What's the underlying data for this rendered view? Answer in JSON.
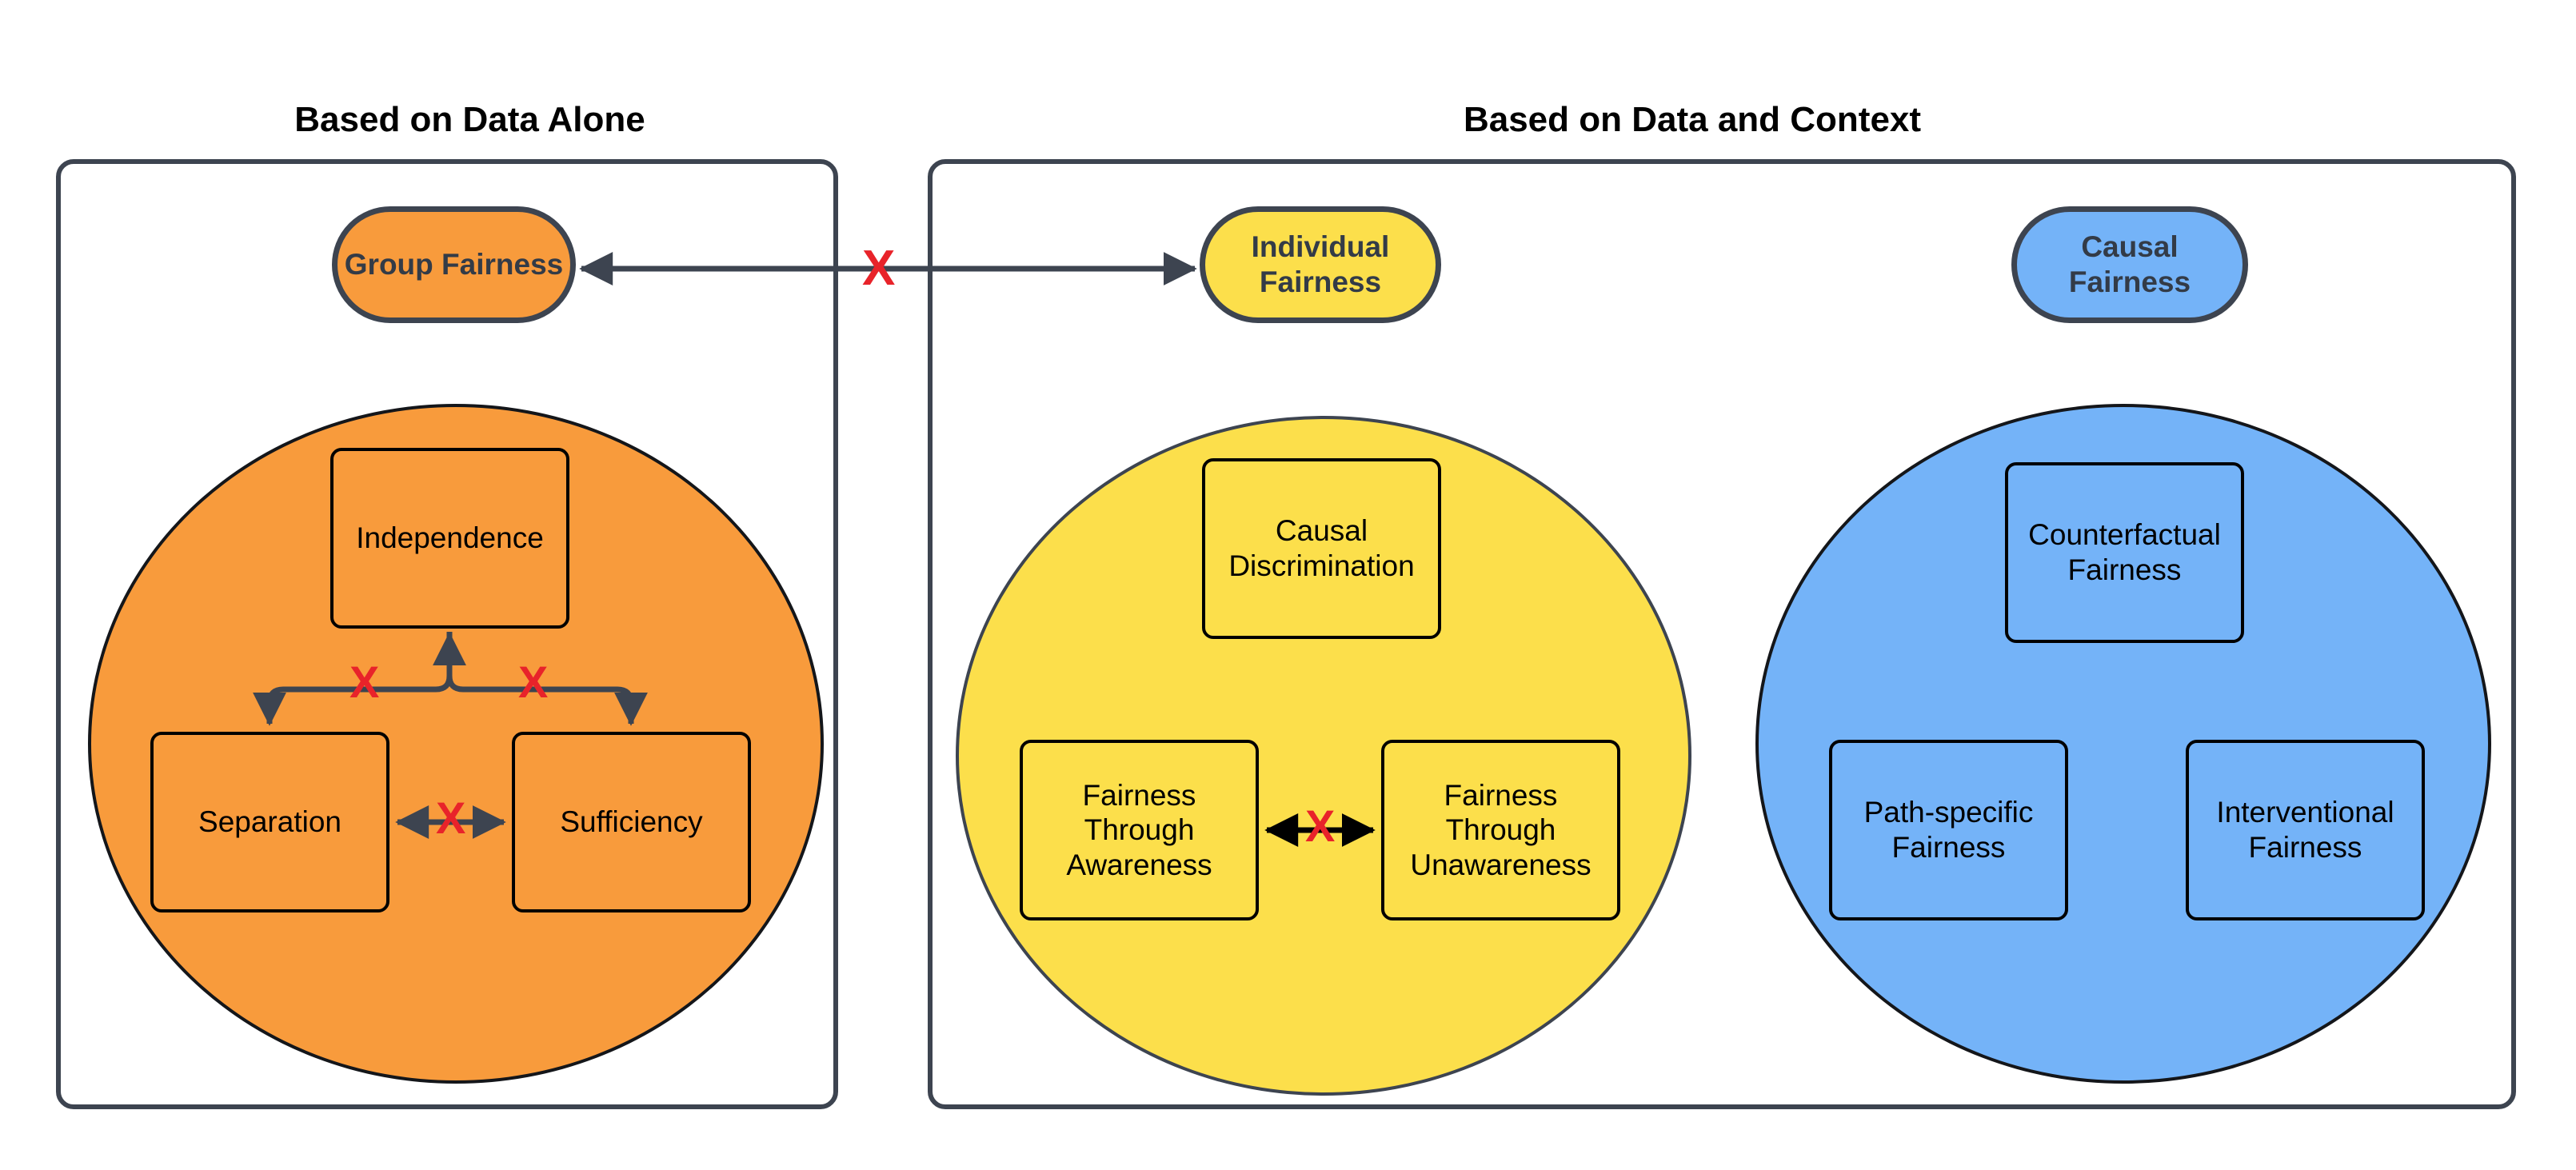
{
  "figure": {
    "type": "diagram",
    "description": "Taxonomy of fairness notions split into data-only and data-plus-context groups",
    "colors": {
      "orange": "#F89B3C",
      "yellow": "#FCDF4B",
      "blue": "#74B3F8",
      "outline": "#3d4450",
      "node_outline": "#000000",
      "incompatible_mark": "#E8232A",
      "background": "#FFFFFF"
    }
  },
  "panels": [
    {
      "id": "data-alone",
      "title": "Based on Data Alone",
      "root": {
        "label": "Group Fairness",
        "color": "orange"
      },
      "group": {
        "color": "orange",
        "nodes": [
          {
            "id": "independence",
            "label": "Independence"
          },
          {
            "id": "separation",
            "label": "Separation"
          },
          {
            "id": "sufficiency",
            "label": "Sufficiency"
          }
        ],
        "relations": [
          {
            "from": "independence",
            "to": "separation",
            "mark": "X",
            "incompatible": true
          },
          {
            "from": "independence",
            "to": "sufficiency",
            "mark": "X",
            "incompatible": true
          },
          {
            "from": "separation",
            "to": "sufficiency",
            "mark": "X",
            "incompatible": true,
            "bidirectional": true
          }
        ]
      }
    },
    {
      "id": "data-and-context",
      "title": "Based on Data and Context",
      "roots": [
        {
          "label": "Individual Fairness",
          "color": "yellow"
        },
        {
          "label": "Causal Fairness",
          "color": "blue"
        }
      ],
      "groups": [
        {
          "id": "individual",
          "color": "yellow",
          "nodes": [
            {
              "id": "causal-discrimination",
              "label": "Causal\nDiscrimination",
              "line1": "Causal",
              "line2": "Discrimination"
            },
            {
              "id": "fairness-through-awareness",
              "line1": "Fairness",
              "line2": "Through",
              "line3": "Awareness"
            },
            {
              "id": "fairness-through-unawareness",
              "line1": "Fairness",
              "line2": "Through",
              "line3": "Unawareness"
            }
          ],
          "relations": [
            {
              "from": "fairness-through-awareness",
              "to": "fairness-through-unawareness",
              "mark": "X",
              "incompatible": true,
              "bidirectional": true
            }
          ]
        },
        {
          "id": "causal",
          "color": "blue",
          "nodes": [
            {
              "id": "counterfactual-fairness",
              "line1": "Counterfactual",
              "line2": "Fairness"
            },
            {
              "id": "path-specific-fairness",
              "line1": "Path-specific",
              "line2": "Fairness"
            },
            {
              "id": "interventional-fairness",
              "line1": "Interventional",
              "line2": "Fairness"
            }
          ],
          "relations": []
        }
      ]
    }
  ],
  "cross_panel_relation": {
    "from": "Group Fairness",
    "to": "Individual Fairness",
    "mark": "X",
    "incompatible": true,
    "bidirectional": true
  },
  "marks": {
    "x": "X"
  }
}
